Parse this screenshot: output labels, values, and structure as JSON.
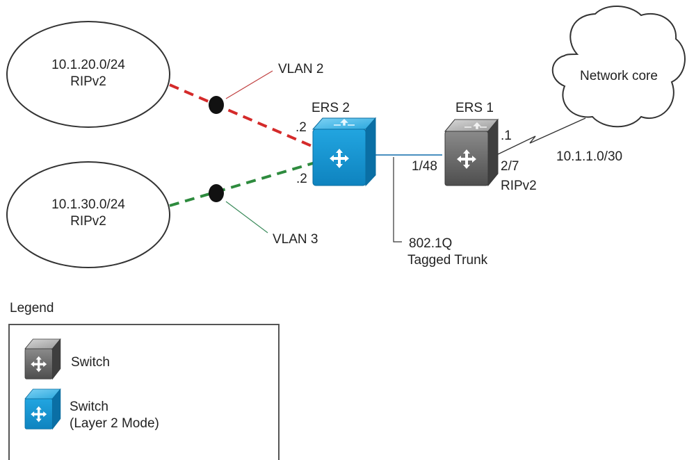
{
  "networks": {
    "vlan2_net": {
      "line1": "10.1.20.0/24",
      "line2": "RIPv2"
    },
    "vlan3_net": {
      "line1": "10.1.30.0/24",
      "line2": "RIPv2"
    },
    "core": {
      "label": "Network core"
    }
  },
  "switches": {
    "ers2": {
      "name": "ERS 2",
      "port_vlan2": ".2",
      "port_vlan3": ".2"
    },
    "ers1": {
      "name": "ERS 1",
      "port_trunk": "1/48",
      "port_core": "2/7",
      "port_core_proto": "RIPv2",
      "core_ip_suffix": ".1"
    }
  },
  "links": {
    "vlan2_label": "VLAN 2",
    "vlan3_label": "VLAN 3",
    "trunk_line1": "802.1Q",
    "trunk_line2": "Tagged Trunk",
    "core_subnet": "10.1.1.0/30"
  },
  "legend": {
    "title": "Legend",
    "switch_label": "Switch",
    "l2_switch_label_line1": "Switch",
    "l2_switch_label_line2": "(Layer 2 Mode)"
  },
  "colors": {
    "vlan2": "#d42a2a",
    "vlan3": "#2e8b3e",
    "trunk": "#4a8fbf",
    "l2_switch": "#1aa3dc",
    "switch": "#6e6e6e"
  },
  "icons": {
    "l2_switch": "layer2-switch-icon",
    "switch": "router-switch-icon",
    "core": "cloud-icon",
    "wan_link": "lightning-link-icon",
    "vlan_tag": "vlan-dot-icon"
  }
}
